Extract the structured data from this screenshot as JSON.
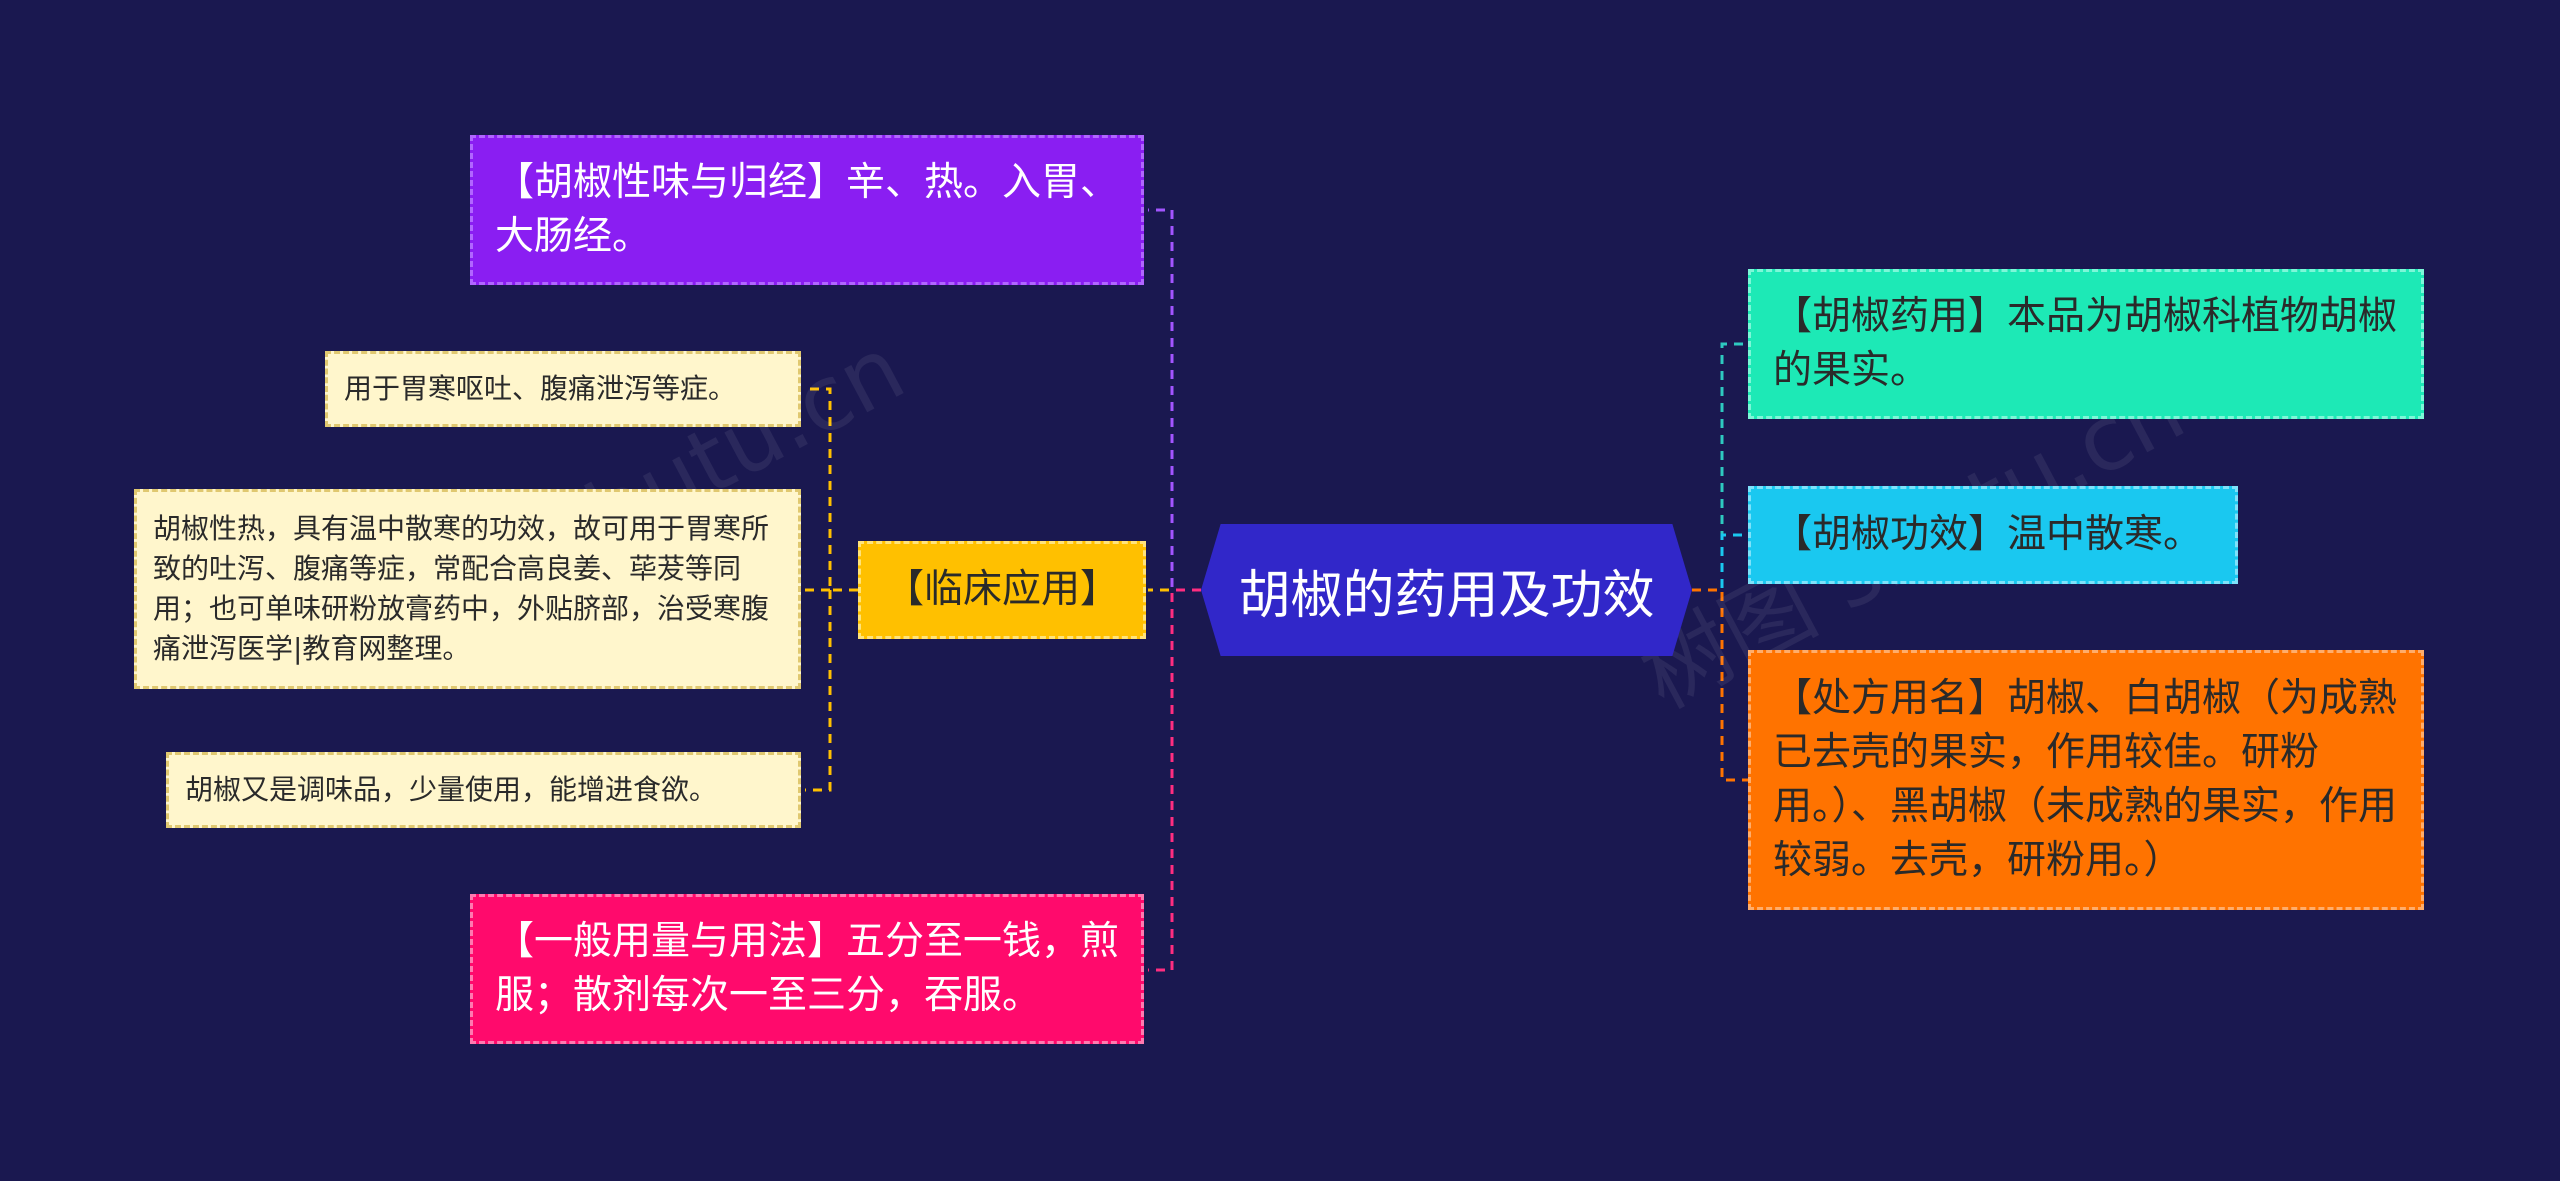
{
  "root": {
    "title": "胡椒的药用及功效"
  },
  "left": {
    "nature": "【胡椒性味与归经】辛、热。入胃、大肠经。",
    "clinical": {
      "label": "【临床应用】",
      "items": [
        "用于胃寒呕吐、腹痛泄泻等症。",
        "胡椒性热，具有温中散寒的功效，故可用于胃寒所致的吐泻、腹痛等症，常配合高良姜、荜茇等同用；也可单味研粉放膏药中，外贴脐部，治受寒腹痛泄泻医学|教育网整理。",
        "胡椒又是调味品，少量使用，能增进食欲。"
      ]
    },
    "dosage": "【一般用量与用法】五分至一钱，煎服；散剂每次一至三分，吞服。"
  },
  "right": {
    "medicinal": "【胡椒药用】本品为胡椒科植物胡椒的果实。",
    "effect": "【胡椒功效】温中散寒。",
    "prescription": "【处方用名】胡椒、白胡椒（为成熟已去壳的果实，作用较佳。研粉用。）、黑胡椒（未成熟的果实，作用较弱。去壳，研粉用。）"
  },
  "watermarks": [
    "树图 shutu.cn",
    "树图 shutu.cn"
  ],
  "colors": {
    "background": "#1a1850",
    "root": "#3127c9",
    "nature": "#8a1ef2",
    "clinical": "#ffc000",
    "dosage": "#ff0a6c",
    "clinical_items": "#fff6cc",
    "medicinal": "#1de9b6",
    "effect": "#1ac8f0",
    "prescription": "#ff7300"
  }
}
